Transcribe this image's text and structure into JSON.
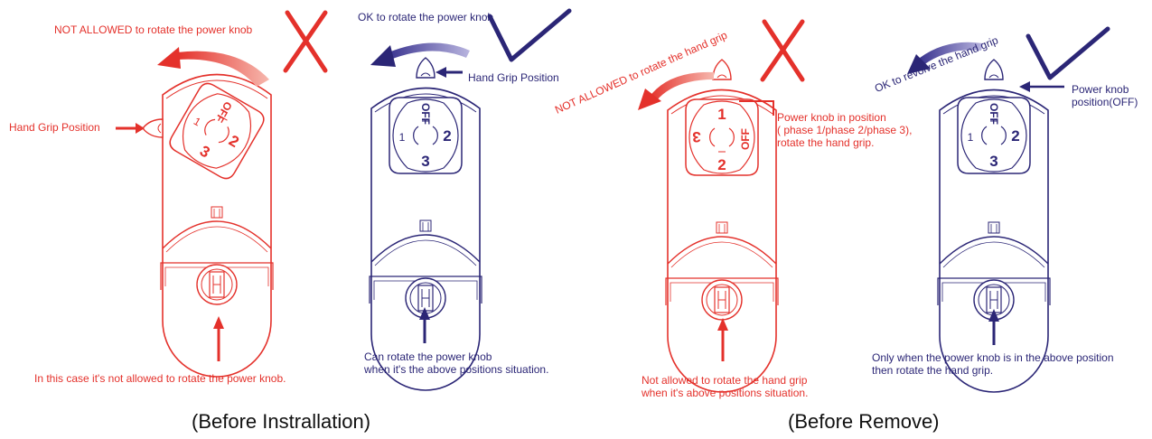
{
  "colors": {
    "red": "#e4312b",
    "blue": "#2b2676",
    "lightred": "#f08a7e",
    "lightblue": "#7d78b6"
  },
  "panel1": {
    "arrow_label": "NOT ALLOWED to rotate the power knob",
    "grip_label": "Hand Grip Position",
    "note": "In this case it's not allowed to rotate the power knob.",
    "mark": "x-mark-icon",
    "knob": {
      "off": "OFF",
      "one": "1",
      "two": "2",
      "three": "3"
    }
  },
  "panel2": {
    "arrow_label": "OK to rotate the power knob",
    "grip_label": "Hand Grip Position",
    "note_line1": "Can rotate the power knob",
    "note_line2": "when it's the above positions situation.",
    "mark": "check-mark-icon",
    "knob": {
      "off": "OFF",
      "one": "1",
      "two": "2",
      "three": "3"
    }
  },
  "panel3": {
    "arrow_label": "NOT ALLOWED to rotate the hand grip",
    "knob_label_line1": "Power knob in position",
    "knob_label_line2": "( phase 1/phase 2/phase 3),",
    "knob_label_line3": "rotate the hand grip.",
    "note_line1": "Not allowed to rotate the hand grip",
    "note_line2": "when it's above positions situation.",
    "mark": "x-mark-icon",
    "knob": {
      "off": "OFF",
      "one": "1",
      "two": "2",
      "three": "3"
    }
  },
  "panel4": {
    "arrow_label": "OK to revolve the hand grip",
    "knob_label_line1": "Power knob",
    "knob_label_line2": "position(OFF)",
    "note_line1": "Only when the power knob is in the above position",
    "note_line2": "then rotate the hand grip.",
    "mark": "check-mark-icon",
    "knob": {
      "off": "OFF",
      "one": "1",
      "two": "2",
      "three": "3"
    }
  },
  "captions": {
    "left": "(Before Instrallation)",
    "right": "(Before Remove)"
  }
}
